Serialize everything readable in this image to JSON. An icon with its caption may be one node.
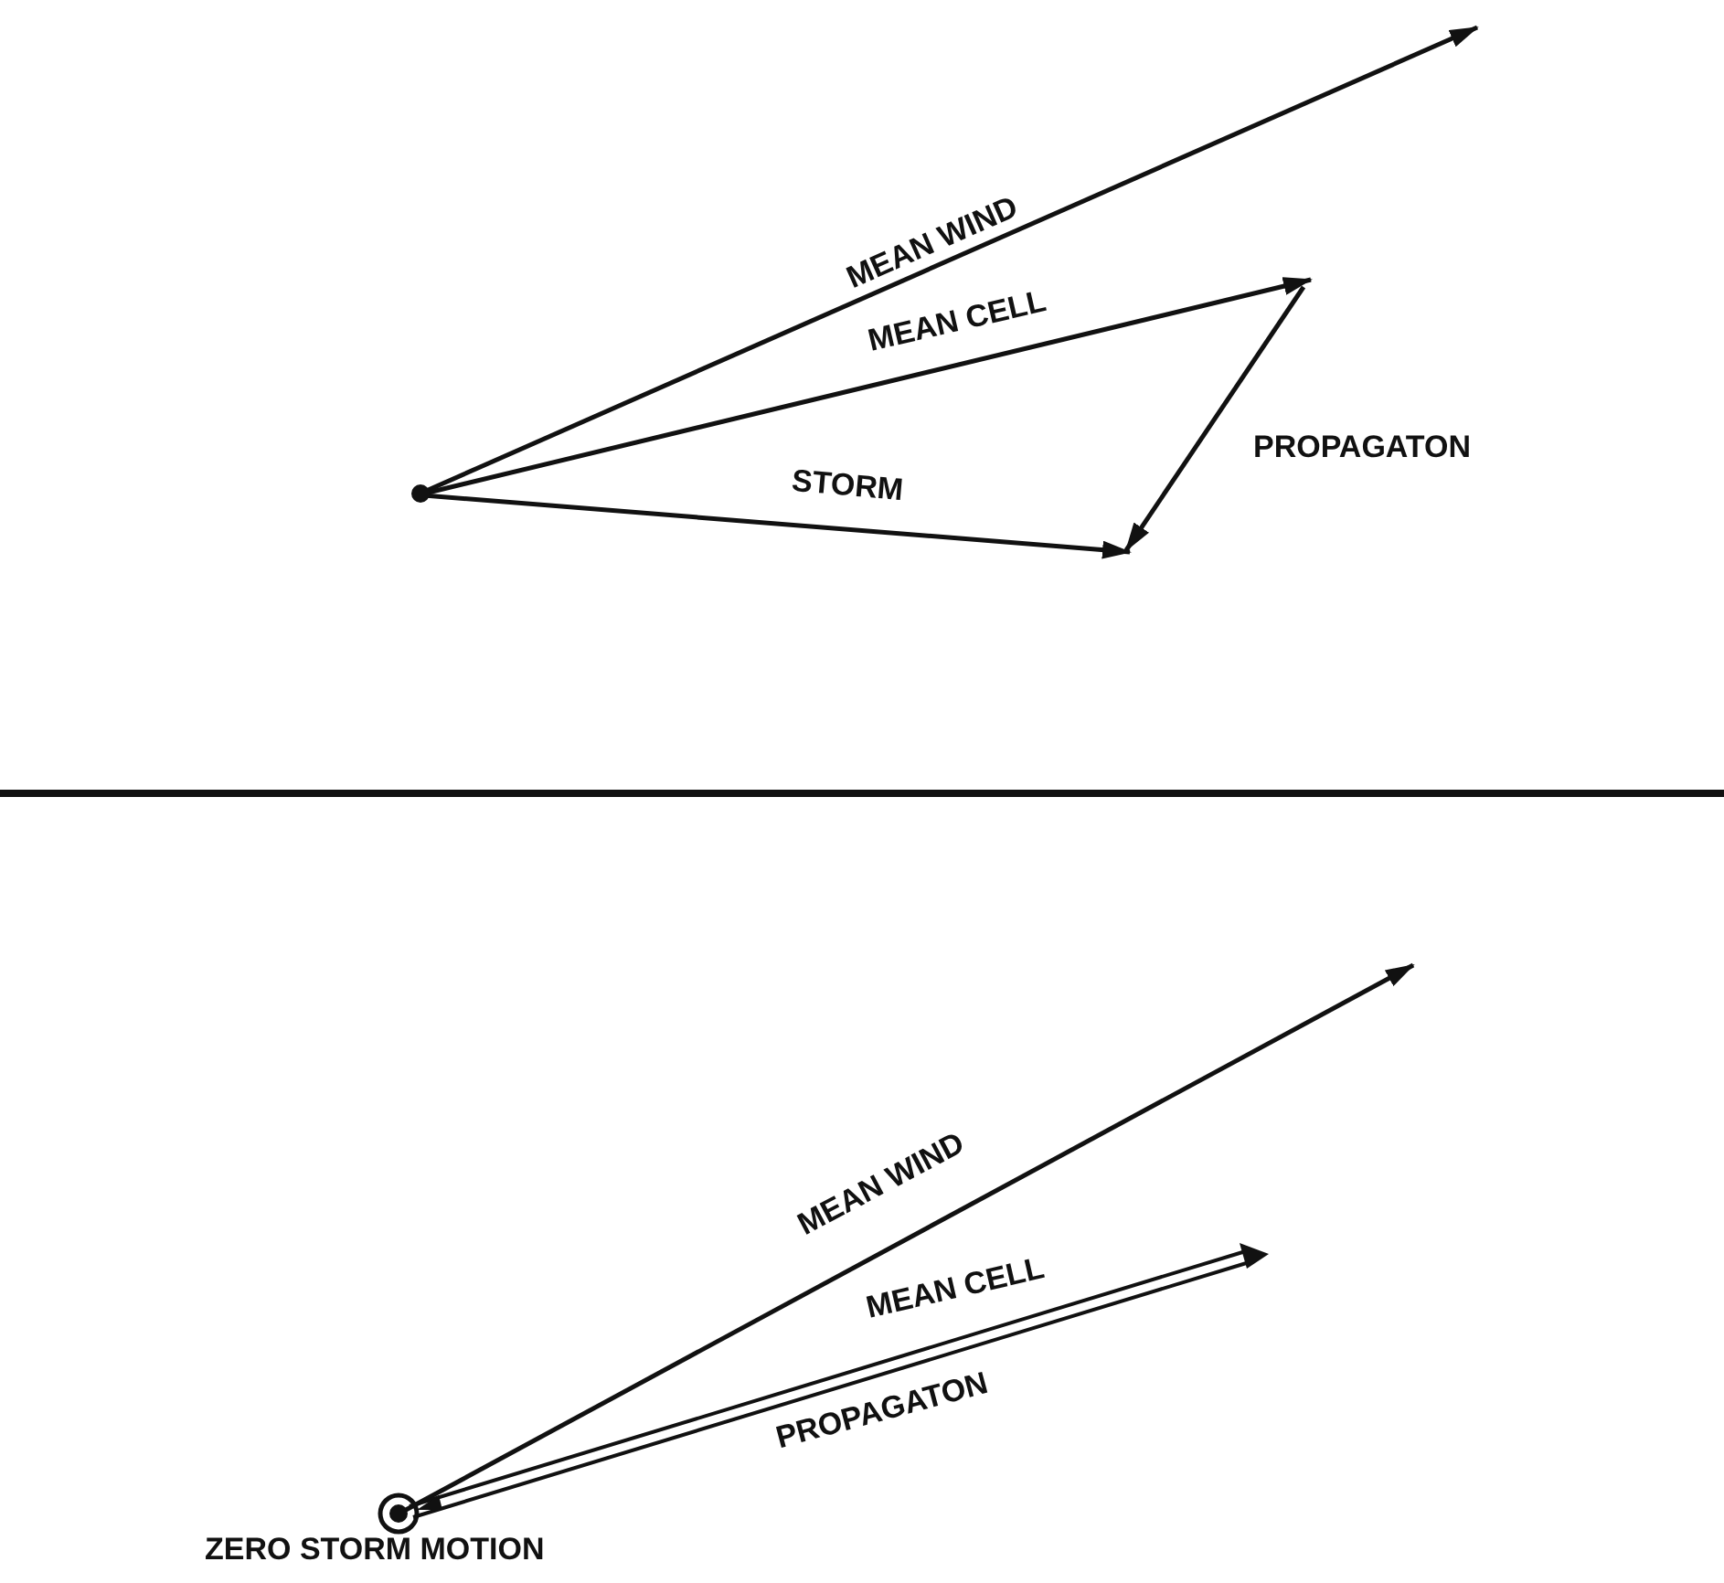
{
  "diagram": {
    "labels": [
      "MEAN WIND",
      "MEAN CELL",
      "PROPAGATON",
      "STORM",
      "MEAN WIND",
      "MEAN CELL",
      "PROPAGATON",
      "ZERO STORM MOTION"
    ]
  }
}
